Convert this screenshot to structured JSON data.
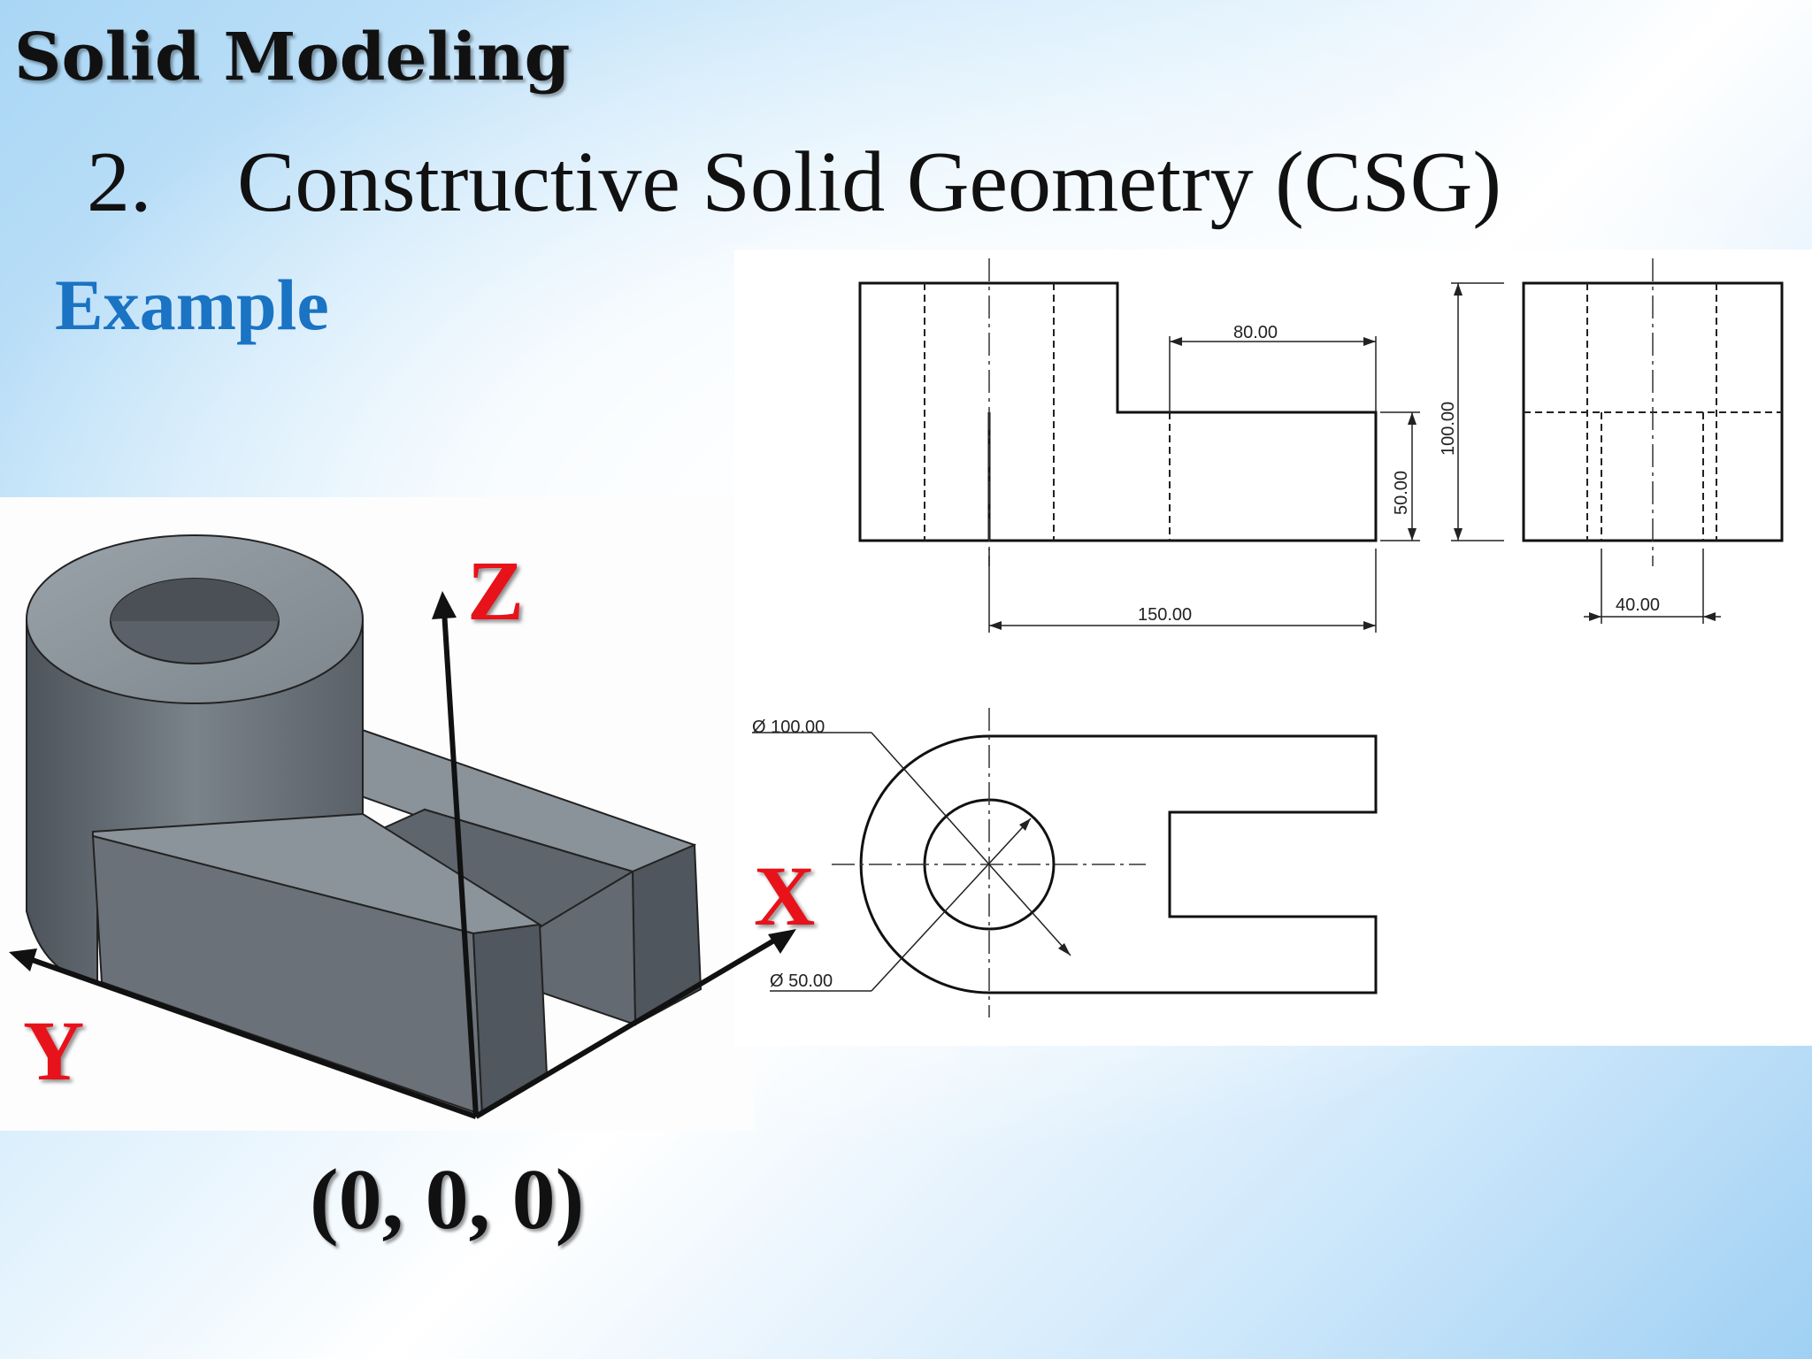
{
  "slide": {
    "title": "Solid Modeling",
    "subtitle_number": "2.",
    "subtitle_text": "Constructive Solid Geometry (CSG)",
    "example_label": "Example"
  },
  "axes": {
    "x_label": "X",
    "y_label": "Y",
    "z_label": "Z",
    "origin_label": "(0, 0, 0)",
    "label_color": "#e8121a"
  },
  "dimensions": {
    "top_width": "80.00",
    "height_small": "50.00",
    "height_total": "100.00",
    "length": "150.00",
    "side_width": "40.00",
    "outer_diameter": "Ø 100.00",
    "inner_diameter": "Ø 50.00"
  },
  "colors": {
    "example_blue": "#1a73c3",
    "solid_gray": "#6b737c"
  }
}
